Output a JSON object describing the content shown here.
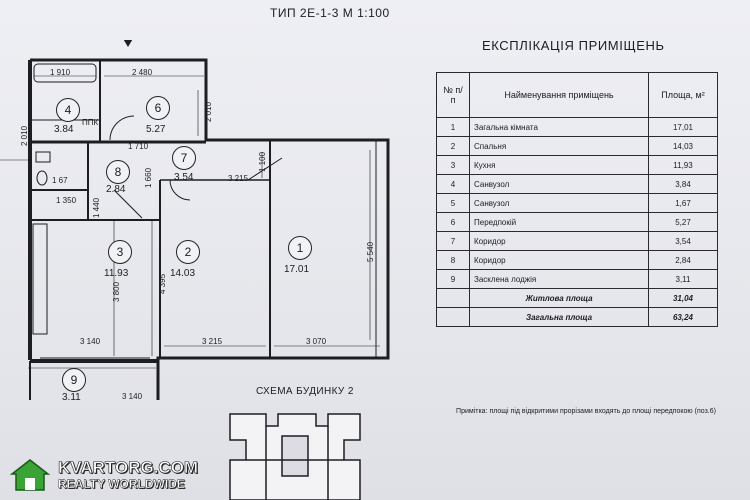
{
  "plan": {
    "title": "ТИП 2Е-1-3  М 1:100",
    "scheme_title": "СХЕМА БУДИНКУ 2"
  },
  "rooms": [
    {
      "num": "1",
      "area": "17.01"
    },
    {
      "num": "2",
      "area": "14.03"
    },
    {
      "num": "3",
      "area": "11.93"
    },
    {
      "num": "4",
      "area": "3.84"
    },
    {
      "num": "6",
      "area": "5.27"
    },
    {
      "num": "7",
      "area": "3.54"
    },
    {
      "num": "8",
      "area": "2.84"
    },
    {
      "num": "9",
      "area": "3.11"
    }
  ],
  "labels": {
    "ppk": "ППК",
    "dims": [
      "1 910",
      "2 480",
      "2 010",
      "2 010",
      "1 710",
      "1 67",
      "1 350",
      "1 660",
      "1 100",
      "3 215",
      "5 540",
      "4 395",
      "3 800",
      "3 140",
      "3 215",
      "3 070",
      "3 140",
      "1 440"
    ]
  },
  "explication": {
    "title": "ЕКСПЛІКАЦІЯ ПРИМІЩЕНЬ",
    "headers": {
      "num": "№ п/п",
      "name": "Найменування приміщень",
      "area": "Площа, м²"
    },
    "rows": [
      {
        "n": "1",
        "name": "Загальна кімната",
        "area": "17,01"
      },
      {
        "n": "2",
        "name": "Спальня",
        "area": "14,03"
      },
      {
        "n": "3",
        "name": "Кухня",
        "area": "11,93"
      },
      {
        "n": "4",
        "name": "Санвузол",
        "area": "3,84"
      },
      {
        "n": "5",
        "name": "Санвузол",
        "area": "1,67"
      },
      {
        "n": "6",
        "name": "Передпокій",
        "area": "5,27"
      },
      {
        "n": "7",
        "name": "Коридор",
        "area": "3,54"
      },
      {
        "n": "8",
        "name": "Коридор",
        "area": "2,84"
      },
      {
        "n": "9",
        "name": "Засклена лоджія",
        "area": "3,11"
      }
    ],
    "totals": [
      {
        "name": "Житлова площа",
        "area": "31,04"
      },
      {
        "name": "Загальна площа",
        "area": "63,24"
      }
    ],
    "note": "Примітка: площі під відкритими прорізами входять до площі передпокою (поз.6)"
  },
  "watermark": {
    "line1": "KVARTORG.COM",
    "line2": "REALTY WORLDWIDE",
    "logo_color": "#3aa335"
  }
}
